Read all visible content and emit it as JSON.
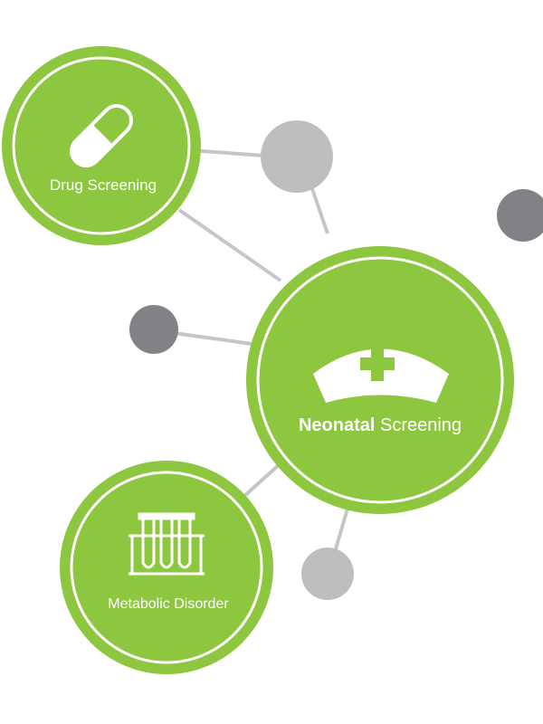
{
  "colors": {
    "green": "#8dc63f",
    "ring": "#ffffff",
    "dot_light": "#bcbec0",
    "dot_dark": "#808285",
    "connector": "#bcbec0",
    "accent_cross": "#8dc63f"
  },
  "nodes": {
    "drug": {
      "label": "Drug Screening",
      "icon": "pill-capsule-icon"
    },
    "neonatal": {
      "label_bold": "Neonatal",
      "label_rest": " Screening",
      "icon": "nurse-cap-icon"
    },
    "metabolic": {
      "label": "Metabolic Disorder",
      "icon": "test-tubes-icon"
    }
  }
}
